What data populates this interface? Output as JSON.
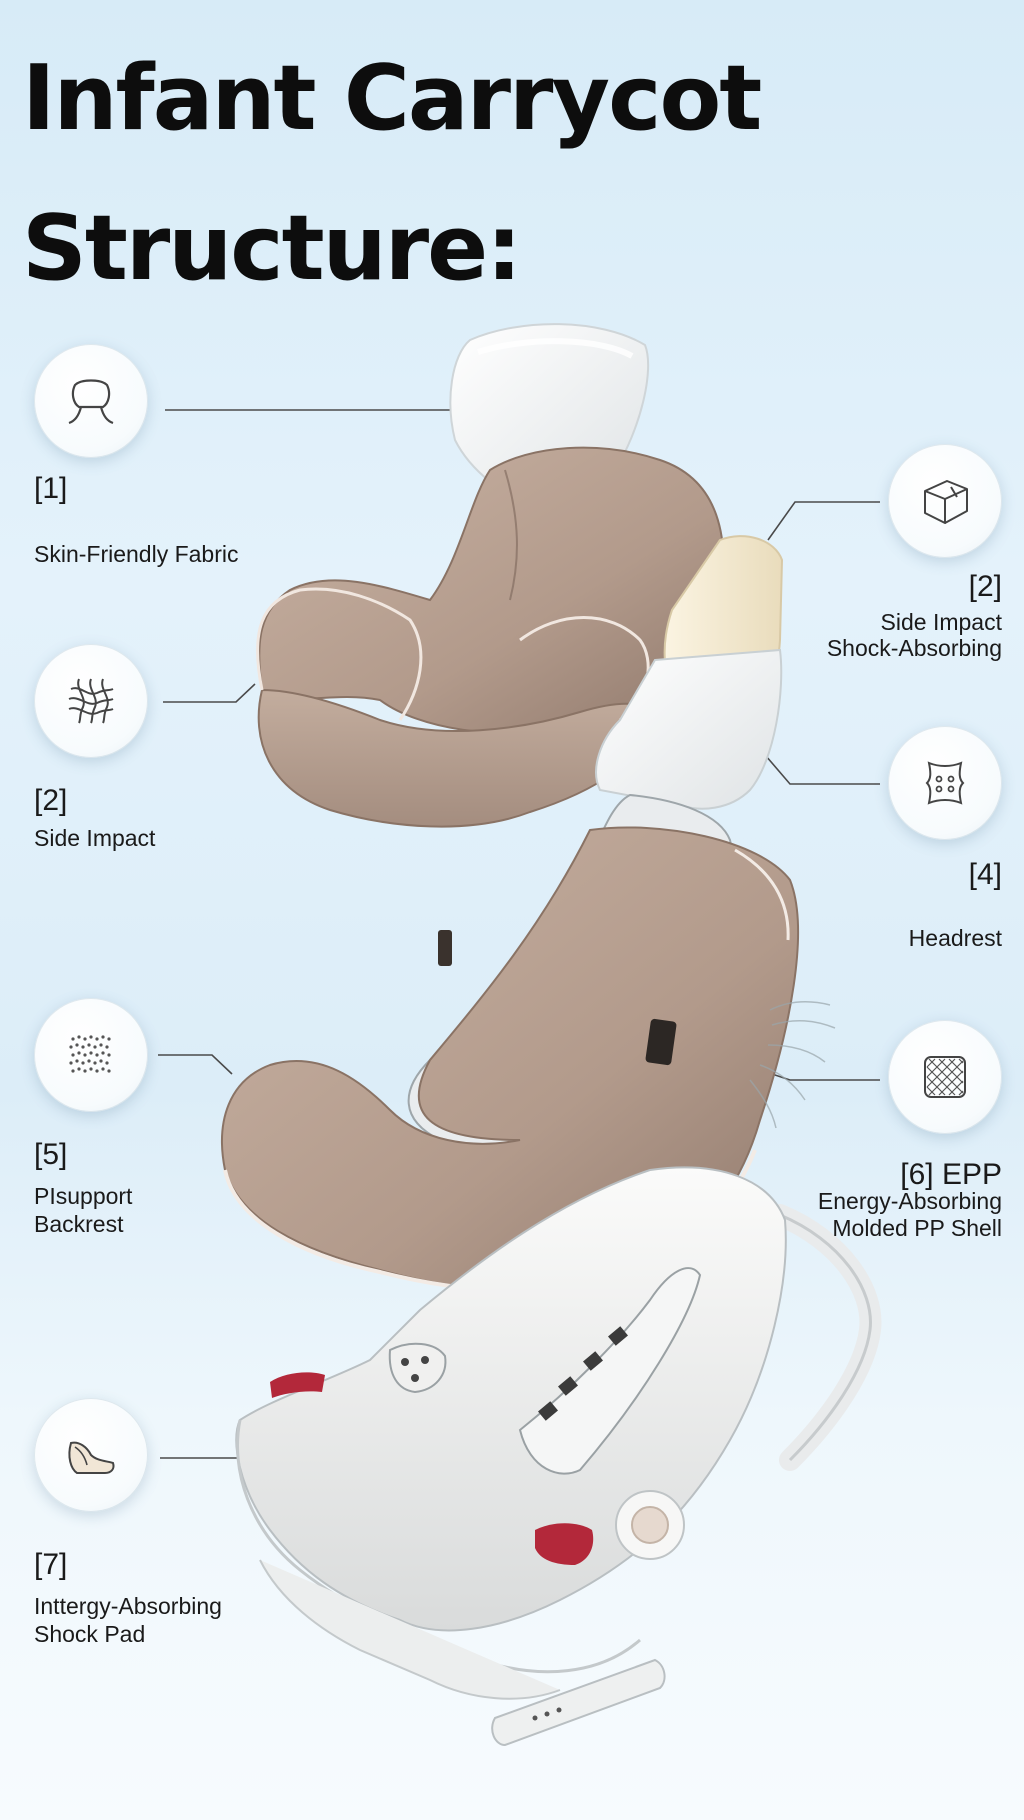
{
  "title": {
    "line1": "Infant Carrycot",
    "line2": "Structure:"
  },
  "components": [
    {
      "number": "[1]",
      "label_lines": [
        "Skin-Friendly Fabric"
      ],
      "icon": "headrest-icon"
    },
    {
      "number": "[2]",
      "label_lines": [
        "Side Impact"
      ],
      "icon": "woven-fabric-icon"
    },
    {
      "number": "[5]",
      "label_lines": [
        "PIsupport",
        "Backrest"
      ],
      "icon": "mesh-texture-icon"
    },
    {
      "number": "[7]",
      "label_lines": [
        "Inttergy-Absorbing",
        "Shock Pad"
      ],
      "icon": "seat-pad-icon"
    },
    {
      "number": "[2]",
      "label_lines": [
        "Side Impact",
        "Shock-Absorbing"
      ],
      "icon": "box-icon"
    },
    {
      "number": "[4]",
      "label_lines": [
        "Headrest"
      ],
      "icon": "backrest-insert-icon"
    },
    {
      "number": "[6] EPP",
      "label_lines": [
        "Energy-Absorbing",
        "Molded PP Shell"
      ],
      "icon": "grid-pad-icon"
    }
  ],
  "colors": {
    "fabric": "#b9a293",
    "fabric_dark": "#8f786b",
    "shell": "#f2f2f0",
    "accent_red": "#b3283a",
    "foam": "#f4ead2",
    "leader": "#4a4a4a"
  }
}
